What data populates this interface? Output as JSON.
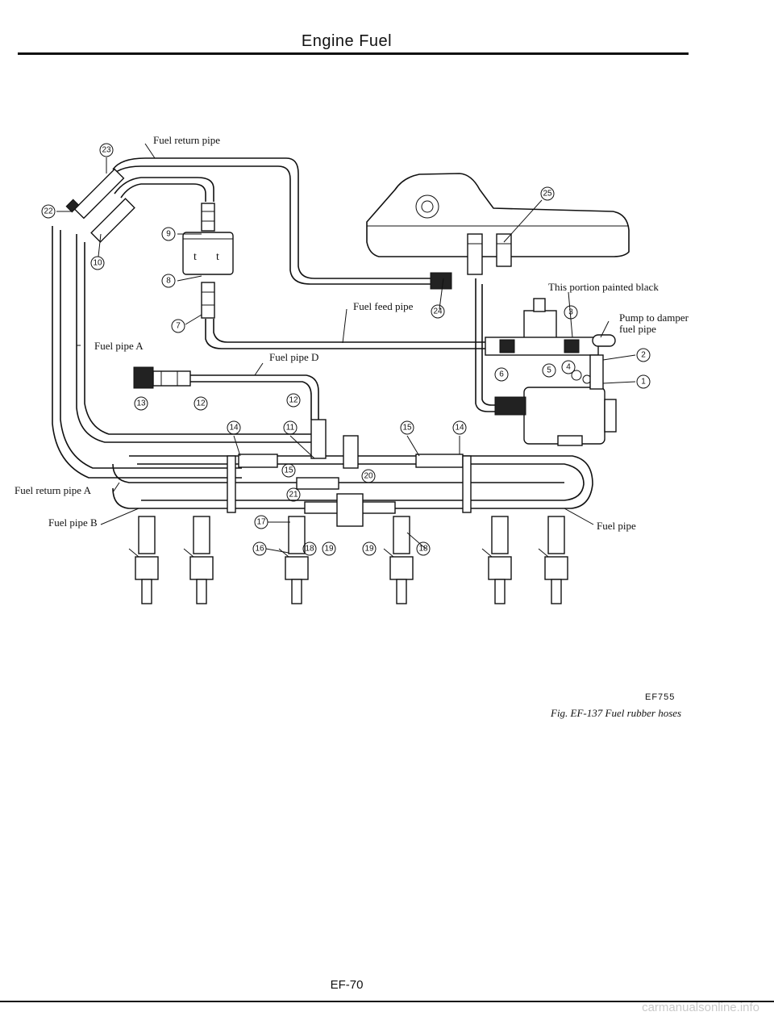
{
  "header": {
    "title": "Engine Fuel"
  },
  "labels": {
    "fuel_return_pipe_top": "Fuel return pipe",
    "fuel_pipe_a": "Fuel pipe A",
    "fuel_pipe_d": "Fuel pipe D",
    "fuel_feed_pipe": "Fuel feed pipe",
    "painted_black": "This portion painted black",
    "pump_to_damper_1": "Pump to damper",
    "pump_to_damper_2": "fuel pipe",
    "fuel_return_pipe_a": "Fuel return pipe A",
    "fuel_pipe_b": "Fuel pipe B",
    "fuel_pipe": "Fuel pipe"
  },
  "callouts": {
    "n1": "1",
    "n2": "2",
    "n3": "3",
    "n4": "4",
    "n5": "5",
    "n6": "6",
    "n7": "7",
    "n8": "8",
    "n9": "9",
    "n10": "10",
    "n11": "11",
    "n12": "12",
    "n13": "13",
    "n14": "14",
    "n15": "15",
    "n16": "16",
    "n17": "17",
    "n18": "18",
    "n19": "19",
    "n20": "20",
    "n21": "21",
    "n22": "22",
    "n23": "23",
    "n24": "24",
    "n25": "25"
  },
  "figure": {
    "code": "EF755",
    "caption": "Fig. EF-137 Fuel rubber hoses"
  },
  "footer": {
    "page": "EF-70",
    "watermark": "carmanualsonline.info"
  }
}
